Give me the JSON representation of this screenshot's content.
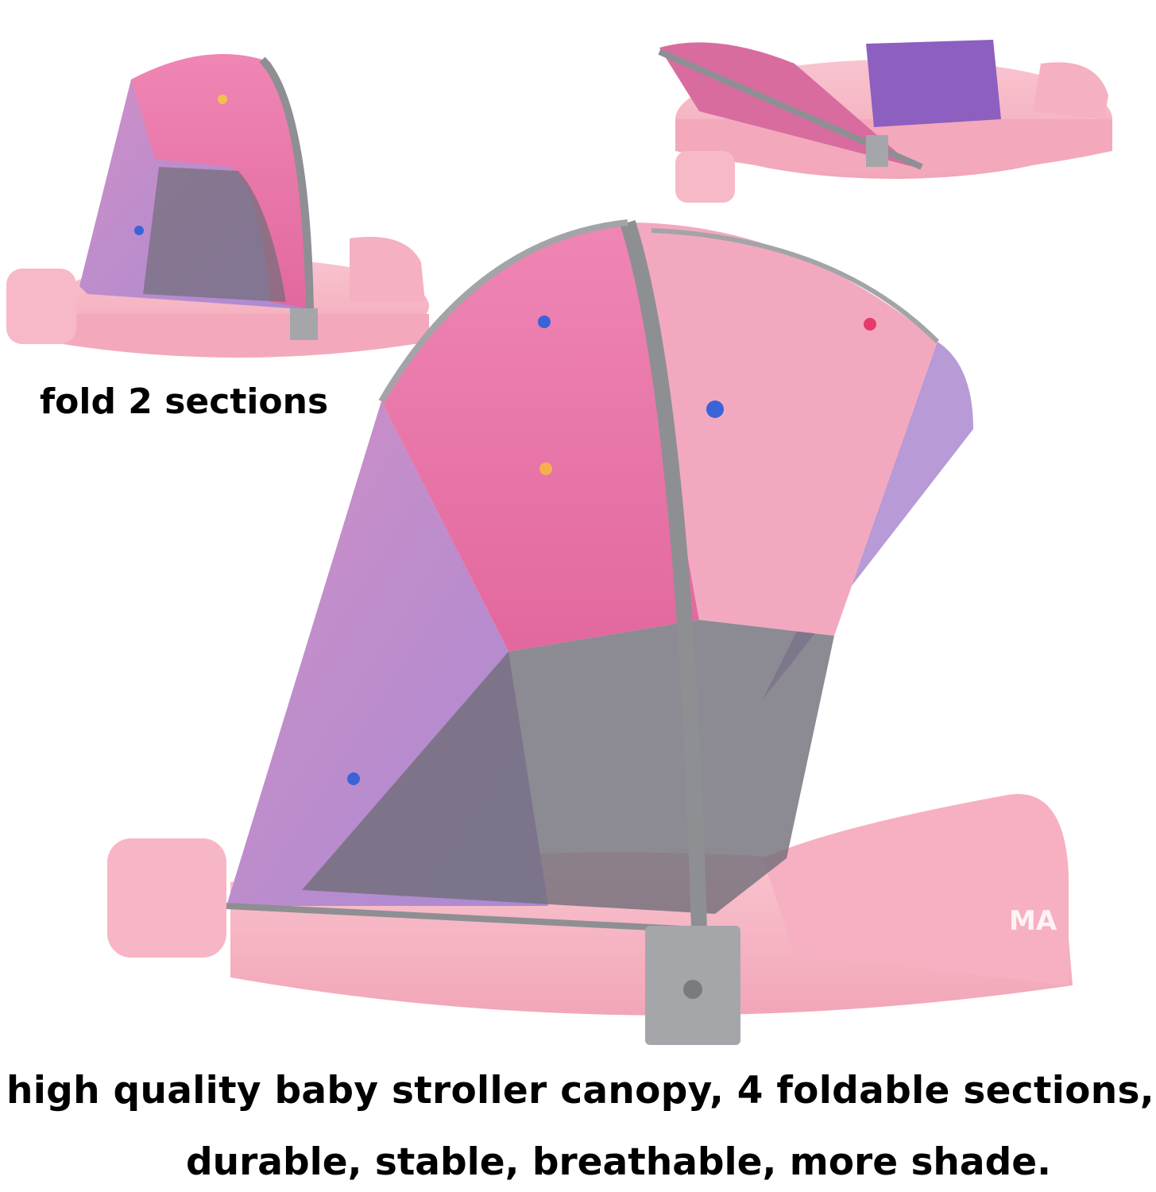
{
  "captions": {
    "fold_label": "fold 2 sections",
    "main_line1": "high quality baby stroller canopy, 4 foldable sections,",
    "main_line2": "durable, stable, breathable, more shade."
  },
  "product": {
    "brand_mark_partial": "MA",
    "colors": {
      "float_pink": "#f6b6c4",
      "canopy_pink": "#ec7fae",
      "canopy_light": "#f2a9c0",
      "canopy_purple": "#b79ad6",
      "trim_gray": "#8e8f93",
      "mesh": "#6f6e78"
    }
  }
}
